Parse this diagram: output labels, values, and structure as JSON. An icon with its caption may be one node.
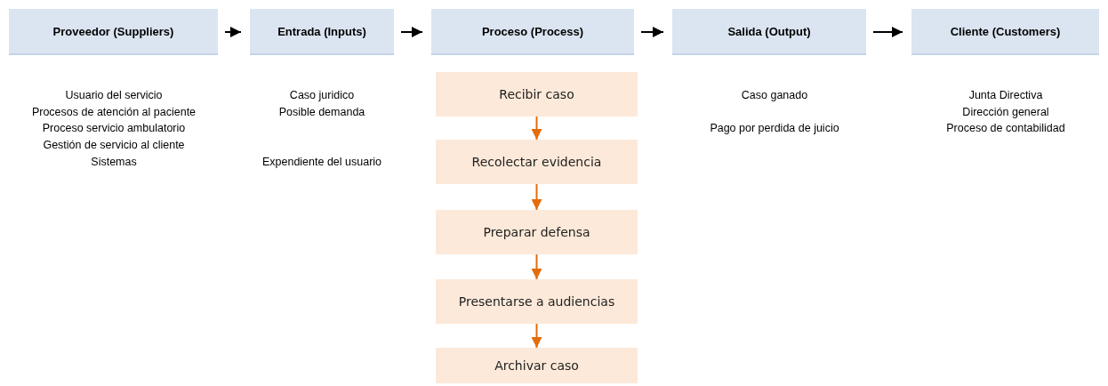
{
  "diagram": {
    "nodes": [
      {
        "text": [
          "Proveedor (Suppliers)"
        ]
      },
      {
        "text": [
          "Entrada (Inputs)"
        ]
      },
      {
        "text": [
          "Proceso (Process)"
        ]
      },
      {
        "text": [
          "Salida (Output)"
        ]
      },
      {
        "text": [
          "Cliente (Customers)"
        ]
      },
      {
        "text": [
          "Recibir caso"
        ]
      },
      {
        "text": [
          "Recolectar evidencia"
        ]
      },
      {
        "text": [
          "Preparar defensa"
        ]
      },
      {
        "text": [
          "Presentarse a audiencias"
        ]
      },
      {
        "text": [
          "Archivar caso"
        ]
      }
    ],
    "edges": [
      {
        "from": 0,
        "to": 1,
        "arrow": "to",
        "color": "#000000"
      },
      {
        "from": 1,
        "to": 2,
        "arrow": "to",
        "color": "#000000"
      },
      {
        "from": 2,
        "to": 3,
        "arrow": "to",
        "color": "#000000"
      },
      {
        "from": 3,
        "to": 4,
        "arrow": "to",
        "color": "#000000"
      },
      {
        "from": 5,
        "to": 6,
        "arrow": "to",
        "color": "#e46c0a"
      },
      {
        "from": 6,
        "to": 7,
        "arrow": "to",
        "color": "#e46c0a"
      },
      {
        "from": 7,
        "to": 8,
        "arrow": "to",
        "color": "#e46c0a"
      },
      {
        "from": 8,
        "to": 9,
        "arrow": "to",
        "color": "#e46c0a"
      }
    ],
    "labels": [
      "Usuario del servicio",
      "Procesos de atención al paciente",
      "Proceso servicio ambulatorio",
      "Gestión de servicio al cliente",
      "Sistemas",
      "Caso juridico",
      "Posible demanda",
      "Expendiente del usuario",
      "Caso ganado",
      "Pago por perdida de juicio",
      "Junta Directiva",
      "Dirección general",
      "Proceso de contabilidad"
    ]
  }
}
